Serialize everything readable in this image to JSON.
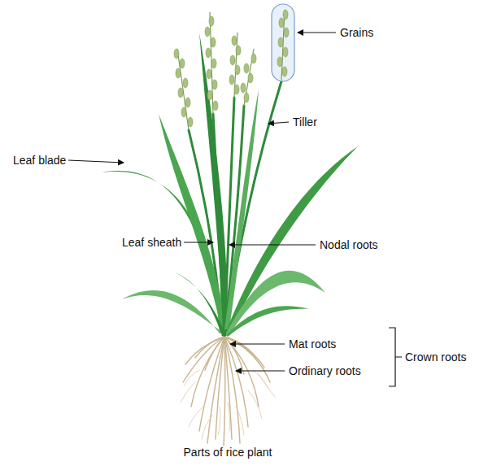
{
  "diagram": {
    "caption": "Parts of rice plant",
    "labels": [
      "Grains",
      "Tiller",
      "Leaf blade",
      "Leaf sheath",
      "Nodal roots",
      "Mat roots",
      "Ordinary roots",
      "Crown roots"
    ]
  }
}
